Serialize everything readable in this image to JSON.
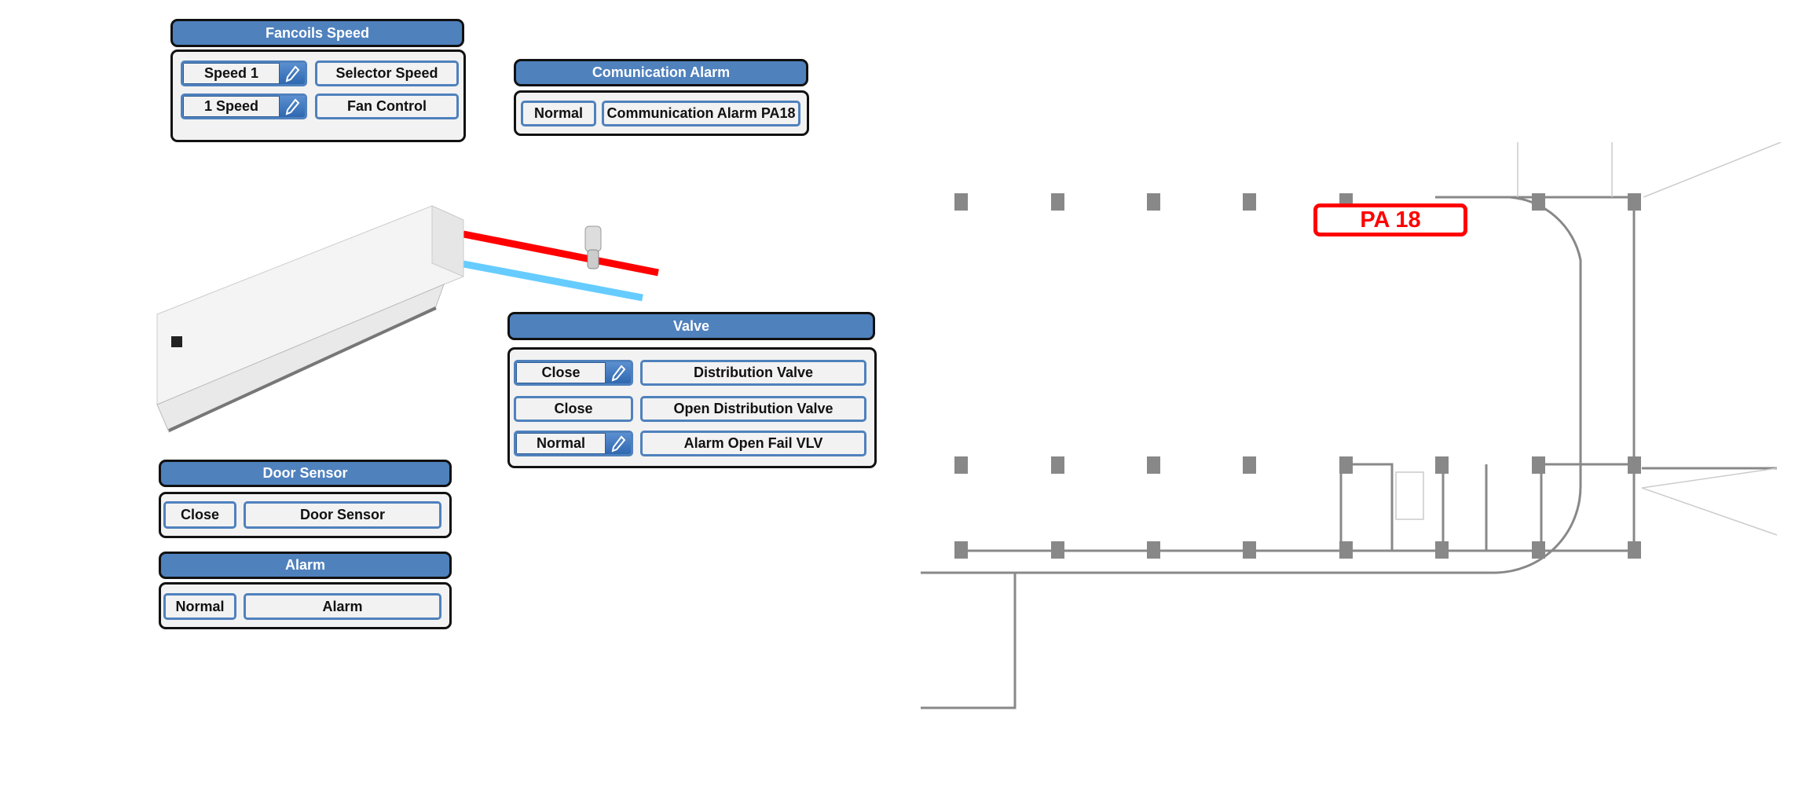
{
  "fancoils_speed": {
    "title": "Fancoils Speed",
    "rows": [
      {
        "value": "Speed 1",
        "label": "Selector Speed"
      },
      {
        "value": "1 Speed",
        "label": "Fan Control"
      }
    ]
  },
  "communication_alarm": {
    "title": "Comunication Alarm",
    "value": "Normal",
    "label": "Communication Alarm PA18"
  },
  "valve": {
    "title": "Valve",
    "rows": [
      {
        "value": "Close",
        "label": "Distribution Valve",
        "editable": true
      },
      {
        "value": "Close",
        "label": "Open Distribution Valve",
        "editable": false
      },
      {
        "value": "Normal",
        "label": "Alarm Open Fail VLV",
        "editable": true
      }
    ]
  },
  "door_sensor": {
    "title": "Door Sensor",
    "value": "Close",
    "label": "Door Sensor"
  },
  "alarm": {
    "title": "Alarm",
    "value": "Normal",
    "label": "Alarm"
  },
  "floor_plan": {
    "zone_label": "PA 18"
  },
  "colors": {
    "header": "#4f81bd",
    "hot_pipe": "#ff0000",
    "cold_pipe": "#66ccff",
    "zone": "#ff0000"
  }
}
